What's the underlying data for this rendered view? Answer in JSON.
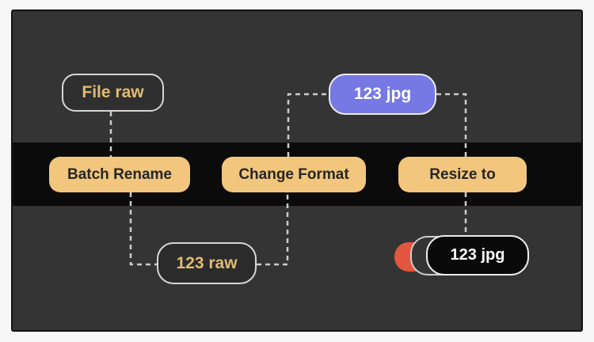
{
  "colors": {
    "page_bg": "#f6f6f6",
    "panel_bg": "#343434",
    "band_bg": "#0b0b0b",
    "connector": "#cccccc",
    "action_pill_fill": "#f2c67d",
    "action_pill_text": "#262626",
    "file_pill_border": "#d6d6d6",
    "gold_text": "#e2bb74",
    "jpg_pill_fill": "#7678e4",
    "output_pill_bg": "#0a0a0a",
    "stack_accent_red": "#e2553e",
    "white_text": "#ffffff"
  },
  "nodes": {
    "source_file": {
      "label": "File raw"
    },
    "converted_file": {
      "label": "123 jpg"
    },
    "renamed_file": {
      "label": "123 raw"
    },
    "output_file": {
      "label": "123 jpg"
    },
    "actions": [
      {
        "id": "batch-rename",
        "label": "Batch Rename"
      },
      {
        "id": "change-format",
        "label": "Change Format"
      },
      {
        "id": "resize-to",
        "label": "Resize to"
      }
    ]
  }
}
